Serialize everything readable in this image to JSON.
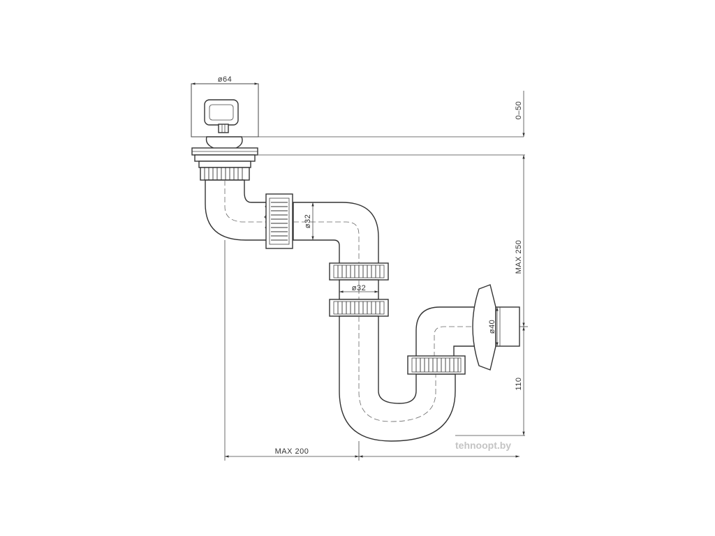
{
  "diagram": {
    "dimensions": {
      "drain_diameter": "ø64",
      "plug_height_range": "0–50",
      "max_height": "MAX 250",
      "inlet_pipe_diameter": "ø32",
      "trap_pipe_diameter": "ø32",
      "outlet_diameter": "ø40",
      "outlet_height": "110",
      "max_offset": "MAX 200"
    },
    "watermark": "tehnoopt.by"
  },
  "colors": {
    "line": "#333333",
    "background": "#ffffff",
    "watermark": "#c4c4c4"
  }
}
